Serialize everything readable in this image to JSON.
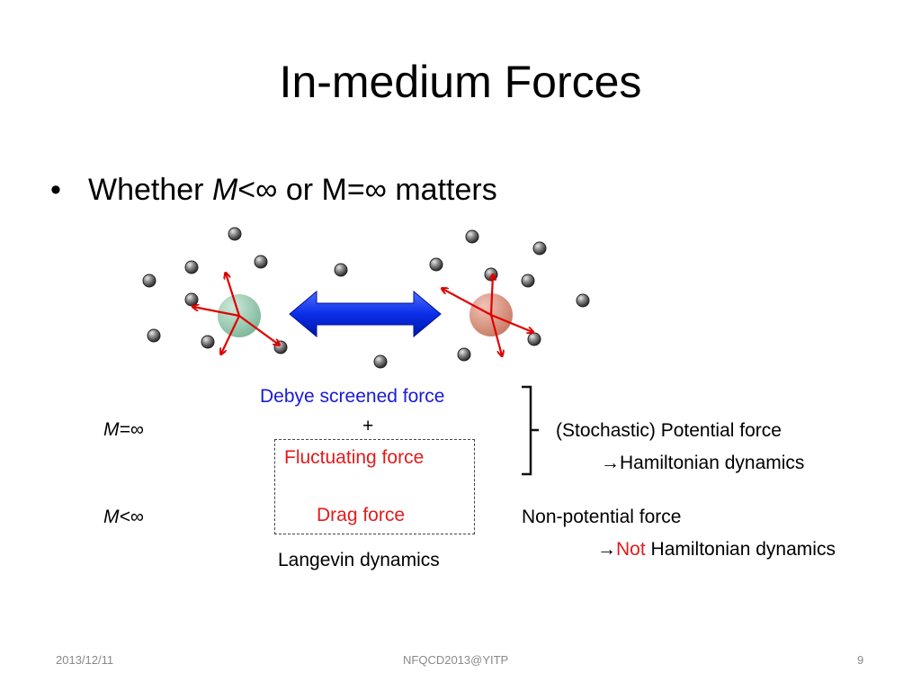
{
  "slide": {
    "title": "In-medium Forces",
    "bullet": {
      "marker": "•",
      "prefix": "Whether ",
      "m_italic": "M",
      "rest": "<∞ or M=∞ matters"
    },
    "labels": {
      "m_inf": "M=∞",
      "m_lt_inf": "M<∞",
      "debye": "Debye screened force",
      "plus": "+",
      "fluctuating": "Fluctuating force",
      "drag": "Drag force",
      "langevin": "Langevin dynamics",
      "stochastic": "(Stochastic) Potential force",
      "arrow": "→",
      "hamiltonian": "Hamiltonian dynamics",
      "non_potential": "Non-potential force",
      "not": "Not",
      "not_hamiltonian": " Hamiltonian dynamics"
    },
    "colors": {
      "debye": "#1a1ad6",
      "emphasis": "#e31b1b",
      "heavy_left": "#8fc5a8",
      "heavy_right": "#d98f7c",
      "double_arrow": "#0a2ee8"
    },
    "footer": {
      "date": "2013/12/11",
      "event": "NFQCD2013@YITP",
      "page": "9"
    }
  }
}
